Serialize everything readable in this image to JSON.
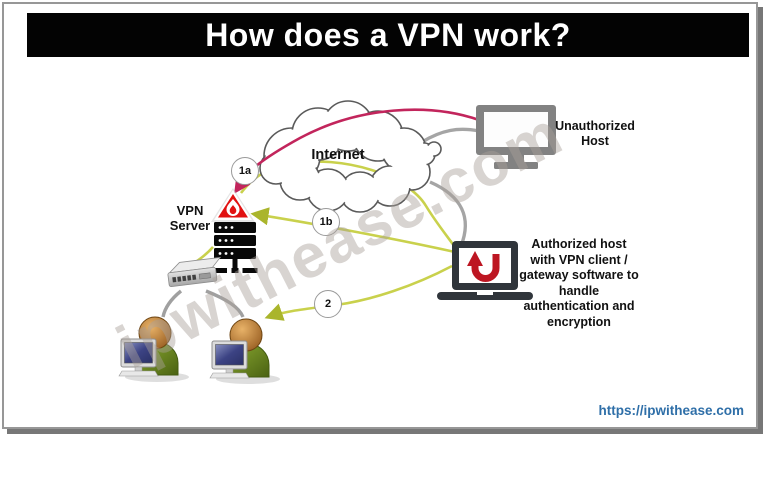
{
  "title": "How does a VPN work?",
  "watermark": "ipwithease.com",
  "footer": {
    "link": "https://ipwithease.com"
  },
  "diagram": {
    "internet_label": "Internet",
    "vpn_server_label": "VPN Server",
    "unauthorized_label": "Unauthorized Host",
    "authorized_label": "Authorized host with VPN client / gateway software to handle authentication and encryption",
    "steps": [
      {
        "id": "1a"
      },
      {
        "id": "1b"
      },
      {
        "id": "2"
      }
    ],
    "colors": {
      "flow_unauthorized": "#c2255c",
      "flow_vpn": "#c3cc3e",
      "link_gray": "#a5a5a5",
      "firewall_red": "#e11212",
      "link_blue": "#2f6fa8"
    }
  }
}
